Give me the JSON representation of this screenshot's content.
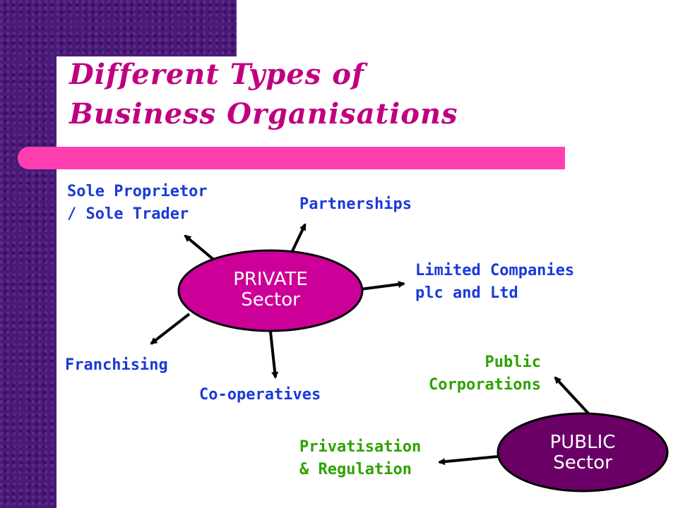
{
  "title": {
    "line1": "Different Types of",
    "line2": "Business Organisations"
  },
  "private_node": {
    "line1": "PRIVATE",
    "line2": "Sector",
    "fill": "#cc0099"
  },
  "public_node": {
    "line1": "PUBLIC",
    "line2": "Sector",
    "fill": "#6a0066"
  },
  "private_items": {
    "sole_trader": {
      "line1": "Sole Proprietor",
      "line2": "/ Sole Trader"
    },
    "partnerships": {
      "line1": "Partnerships"
    },
    "limited": {
      "line1": "Limited Companies",
      "line2": "plc and Ltd"
    },
    "franchising": {
      "line1": "Franchising"
    },
    "cooperatives": {
      "line1": "Co-operatives"
    }
  },
  "public_items": {
    "corporations": {
      "line1": "Public",
      "line2": "Corporations"
    },
    "privatisation": {
      "line1": "Privatisation",
      "line2": "& Regulation"
    }
  },
  "colors": {
    "accent_purple": "#4a1a78",
    "pink_bar": "#ff3fb0",
    "title": "#c00080",
    "private_label": "#1a3ad8",
    "public_label": "#2ea100"
  }
}
